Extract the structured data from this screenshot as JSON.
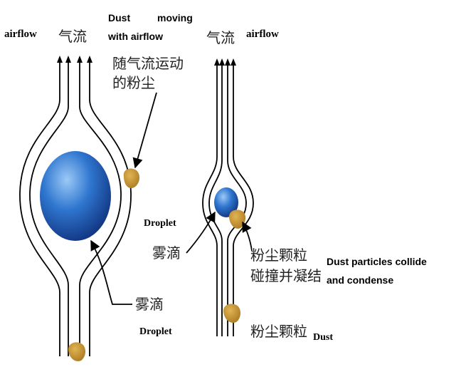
{
  "colors": {
    "line": "#000000",
    "dust": "#c8962f",
    "dust_dark": "#9a6f1c",
    "droplet_light": "#8fc2f5",
    "droplet_mid": "#2f76cf",
    "droplet_dark": "#0e2f7a"
  },
  "left_panel": {
    "airflow_en": "airflow",
    "airflow_cn": "气流",
    "dust_moving_en_line1": "Dust moving",
    "dust_moving_en_line2": "with airflow",
    "dust_moving_cn_line1": "随气流运动",
    "dust_moving_cn_line2": "的粉尘",
    "droplet_cn": "雾滴",
    "droplet_en": "Droplet"
  },
  "right_panel": {
    "airflow_cn": "气流",
    "airflow_en": "airflow",
    "droplet_en": "Droplet",
    "droplet_cn": "雾滴",
    "collide_cn_line1": "粉尘颗粒",
    "collide_cn_line2": "碰撞并凝结",
    "collide_en_line1": "Dust particles collide",
    "collide_en_line2": "and condense",
    "dust_cn": "粉尘颗粒",
    "dust_en": "Dust"
  }
}
